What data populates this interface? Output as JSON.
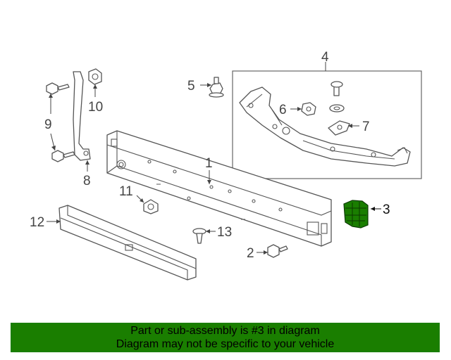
{
  "diagram": {
    "callouts": {
      "c1": "1",
      "c2": "2",
      "c3": "3",
      "c4": "4",
      "c5": "5",
      "c6": "6",
      "c7": "7",
      "c8": "8",
      "c9": "9",
      "c10": "10",
      "c11": "11",
      "c12": "12",
      "c13": "13"
    },
    "highlight_color": "#1a7e00"
  },
  "banner": {
    "line1": "Part or sub-assembly is #3 in diagram",
    "line2": "Diagram may not be specific to your vehicle",
    "background_color": "#1a7e00"
  }
}
